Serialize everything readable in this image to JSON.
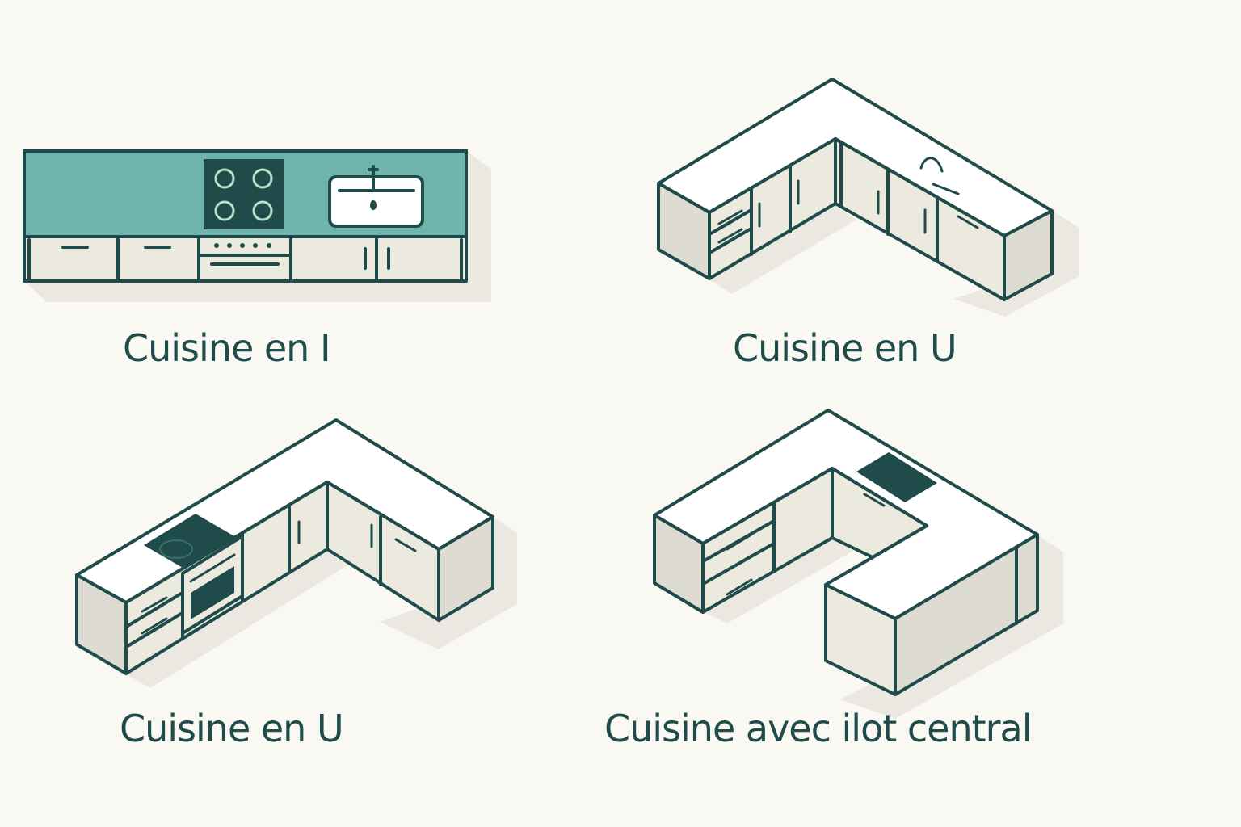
{
  "captions": {
    "i_kitchen": "Cuisine en I",
    "u_kitchen_top": "Cuisine en U",
    "u_kitchen_bottom": "Cuisine en U",
    "island_kitchen": "Cuisine avec ilot central"
  },
  "colors": {
    "background": "#faf8f2",
    "outline": "#1f4c4b",
    "backsplash": "#6fb3ad",
    "cooktop": "#1f4c4b",
    "countertop": "#ffffff",
    "cabinet_front": "#ece9df",
    "cabinet_side": "#dedbd2"
  }
}
